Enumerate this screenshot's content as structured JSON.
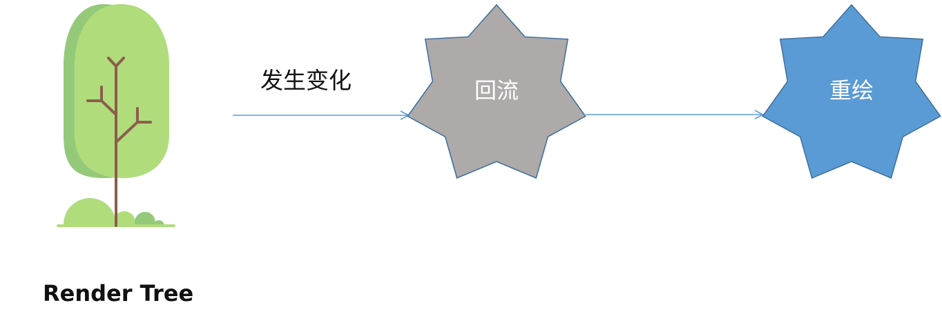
{
  "tree": {
    "label": "Render Tree",
    "icon": "tree-icon"
  },
  "edges": [
    {
      "from": "render-tree",
      "to": "reflow",
      "label": "发生变化",
      "color": "#5b9bd5"
    },
    {
      "from": "reflow",
      "to": "repaint",
      "label": "",
      "color": "#5b9bd5"
    }
  ],
  "nodes": {
    "reflow": {
      "label": "回流",
      "shape": "seven-point-star",
      "fill": "#aeaaaa",
      "stroke": "#41719c"
    },
    "repaint": {
      "label": "重绘",
      "shape": "seven-point-star",
      "fill": "#5b9bd5",
      "stroke": "#41719c"
    }
  },
  "colors": {
    "foliage_light": "#b0dc7c",
    "foliage_dark": "#95c97a",
    "trunk": "#8b5e4c",
    "arrow": "#5b9bd5"
  }
}
